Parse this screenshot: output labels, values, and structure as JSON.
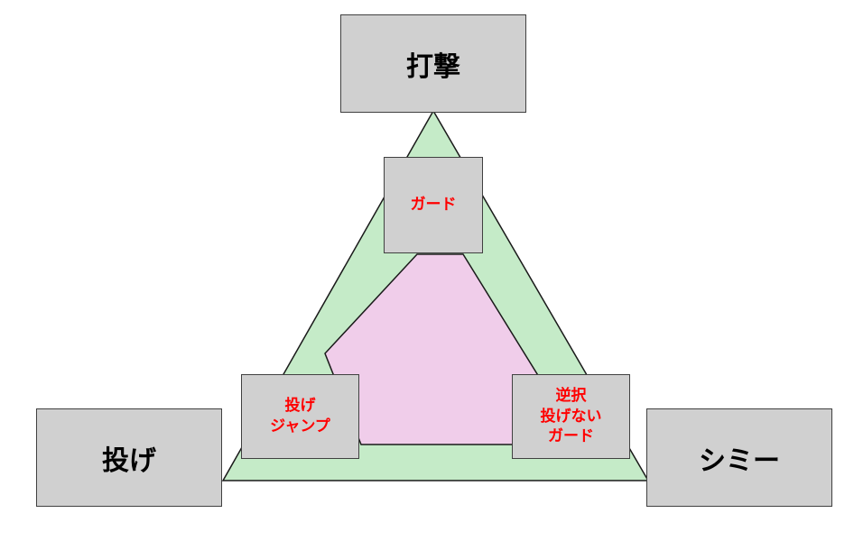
{
  "colors": {
    "outer_triangle_fill": "#c5ebc8",
    "inner_triangle_fill": "#f0cdea",
    "box_fill": "#d0d0d0",
    "box_border": "#404040",
    "outer_text": "#000000",
    "inner_text": "#ff0000"
  },
  "outer": {
    "top": "打撃",
    "left": "投げ",
    "right": "シミー"
  },
  "inner": {
    "top": "ガード",
    "left": [
      "投げ",
      "ジャンプ"
    ],
    "right": [
      "逆択",
      "投げない",
      "ガード"
    ]
  }
}
